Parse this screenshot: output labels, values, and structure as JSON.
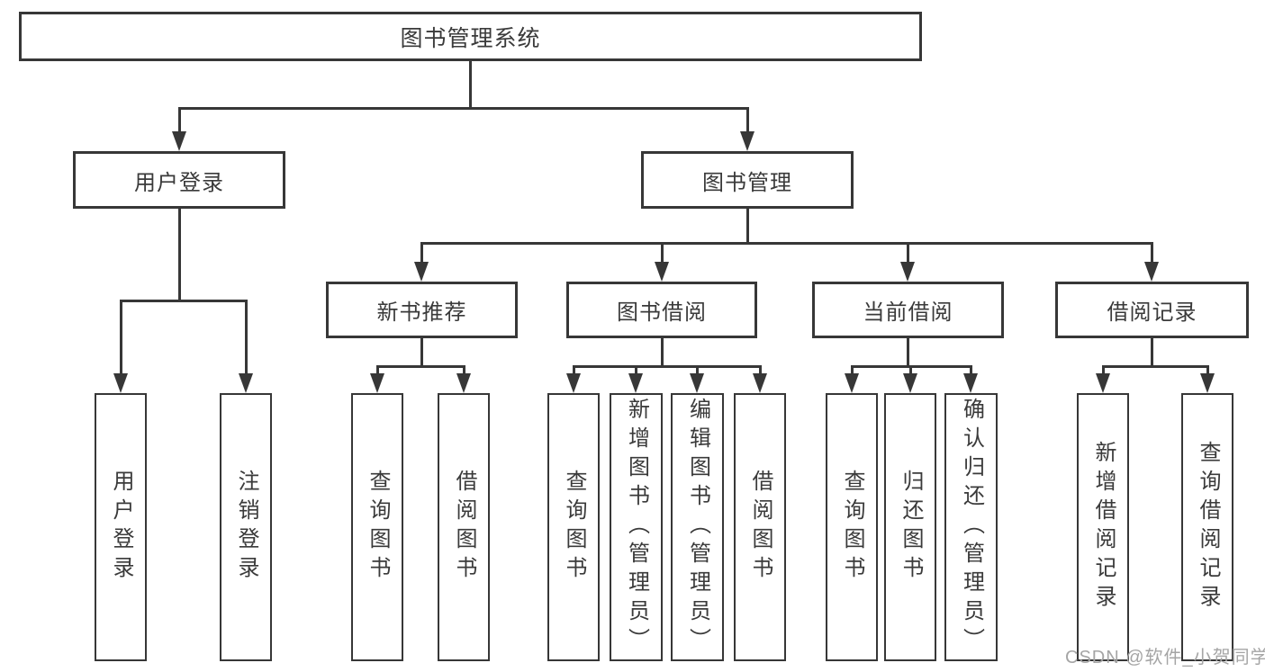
{
  "nodes": {
    "root": "图书管理系统",
    "l2": [
      "用户登录",
      "图书管理"
    ],
    "l3": [
      "新书推荐",
      "图书借阅",
      "当前借阅",
      "借阅记录"
    ],
    "leaves": [
      "用户登录",
      "注销登录",
      "查询图书",
      "借阅图书",
      "查询图书",
      "新增图书（管理员）",
      "编辑图书（管理员）",
      "借阅图书",
      "查询图书",
      "归还图书",
      "确认归还（管理员）",
      "新增借阅记录",
      "查询借阅记录"
    ]
  },
  "watermark": "CSDN @软件_小贺同学",
  "colors": {
    "line": "#373737",
    "text": "#3a3a3a",
    "watermark": "#a5a5a5",
    "background": "#ffffff"
  }
}
